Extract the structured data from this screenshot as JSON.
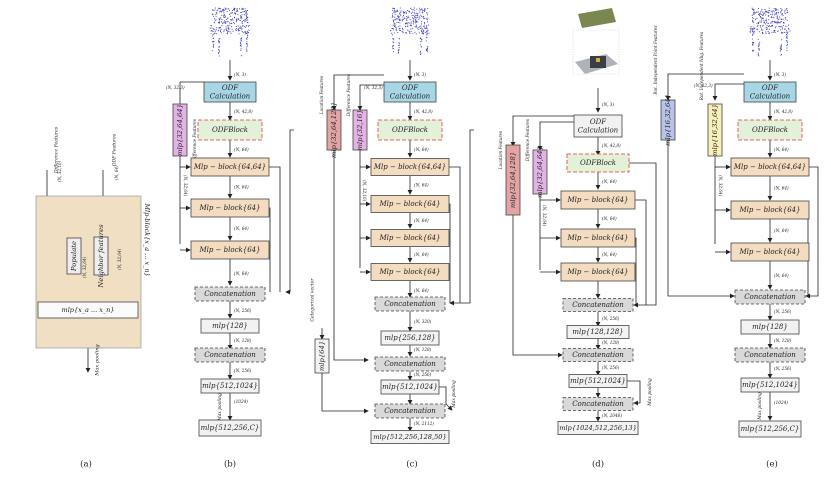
{
  "panels": {
    "a": {
      "caption": "(a)",
      "input_diff": "Difference Features",
      "input_odf": "ODF Features",
      "dim_diff": "(N, 32,16)",
      "dim_odf": "(N, 64)",
      "populate": "Populate",
      "neighbor": "Neighbor features",
      "dim_inner1": "(N, 32,64)",
      "dim_inner2": "(N, 32,64)",
      "mlp": "mlp{x_a ... x_n}",
      "maxpool": "Max pooling",
      "side": "Mlp-block{x_a ... x_n}"
    },
    "b": {
      "caption": "(b)",
      "odf": "ODF Calculation",
      "odfblock": "ODFBlock",
      "side_mlp": "mlp{32,64,64}",
      "side_label": "Difference Features",
      "d0": "(N, 3)",
      "d1": "(N, 32,3)",
      "d2": "(N, 42,8)",
      "d3": "(N, 64)",
      "b1": "Mlp − block{64,64}",
      "b2": "Mlp − block{64}",
      "b3": "Mlp − block{64}",
      "d4": "(N, 64)",
      "d5": "(N, 64)",
      "d6": "(N, 64)",
      "d7": "(N, 32,64)",
      "concat1": "Concatenation",
      "d8": "(N, 256)",
      "mlp128": "mlp{128}",
      "d9": "(N, 128)",
      "concat2": "Concatenation",
      "d10": "(N, 256)",
      "mlp512": "mlp{512,1024}",
      "d11": "(1024)",
      "maxpool": "Max pooling",
      "final": "mlp{512,256,C}"
    },
    "c": {
      "caption": "(c)",
      "odf": "ODF Calculation",
      "odfblock": "ODFBlock",
      "loc_mlp": "mlp{32,64,128}",
      "loc_label": "Location Features",
      "diff_mlp": "mlp{32,16}",
      "diff_label": "Difference Features",
      "d0": "(N, 3)",
      "d1": "(N, 32,3)",
      "d2": "(N, 42,8)",
      "d3": "(N, 64)",
      "b1": "Mlp − block{64,64}",
      "b2": "Mlp − block{64}",
      "b3": "Mlp − block{64}",
      "b4": "Mlp − block{64}",
      "d4": "(N, 64)",
      "d5": "(N, 64)",
      "d6": "(N, 64)",
      "d7": "(N, 64)",
      "d8": "(N, 32,16)",
      "concat1": "Concatenation",
      "d9": "(N, 320)",
      "mlp256": "mlp{256,128}",
      "d10": "(N, 128)",
      "cat_vec": "Categorical vector",
      "mlp64": "mlp{64}",
      "concat2": "Concatenation",
      "d11": "(N, 256)",
      "mlp512": "mlp{512,1024}",
      "maxpool": "Max pooling",
      "concat3": "Concatenation",
      "d12": "(N, 2112)",
      "final": "mlp{512,256,128,50}"
    },
    "d": {
      "caption": "(d)",
      "odf": "ODF Calculation",
      "odfblock": "ODFBlock",
      "loc_mlp": "mlp{32,64,128}",
      "loc_label": "Location Features",
      "diff_mlp": "mlp{32,64,64}",
      "diff_label": "Difference Features",
      "d0": "(N, 3)",
      "d1": "(N, 32,3)",
      "d2": "(N, 42,8)",
      "d3": "(N, 64)",
      "b1": "Mlp − block{64}",
      "b2": "Mlp − block{64}",
      "b3": "Mlp − block{64}",
      "d4": "(N, 64)",
      "d5": "(N, 64)",
      "d6": "(N, 32,64)",
      "concat1": "Concatenation",
      "d7": "(N, 256)",
      "mlp128": "mlp{128,128}",
      "d8": "(N, 128)",
      "concat2": "Concatenation",
      "d9": "(N, 256)",
      "mlp512": "mlp{512,1024}",
      "maxpool": "Max pooling",
      "concat3": "Concatenation",
      "d10": "(N, 2048)",
      "final": "mlp{1024,512,256,13}"
    },
    "e": {
      "caption": "(e)",
      "odf": "ODF Calculation",
      "odfblock": "ODFBlock",
      "rot_mlp": "mlp{16,32,64}",
      "rot_label": "Rot. Independent Point Features",
      "nbg_mlp": "mlp{16,32,64}",
      "nbg_label": "Rot. Independent Nbg. Features",
      "d0": "(N, 3)",
      "d1": "(N, 32,3)",
      "d2": "(N, 42,8)",
      "d3": "(N, 64)",
      "b1": "Mlp − block{64,64}",
      "b2": "Mlp − block{64}",
      "b3": "Mlp − block{64}",
      "d4": "(N, 64)",
      "d5": "(N, 64)",
      "d6": "(N, 64)",
      "d7": "(N, 32,64)",
      "concat1": "Concatenation",
      "d8": "(N, 256)",
      "mlp128": "mlp{128}",
      "d9": "(N, 128)",
      "concat2": "Concatenation",
      "d10": "(N, 256)",
      "mlp512": "mlp{512,1024}",
      "d11": "(1024)",
      "maxpool": "Max pooling",
      "final": "mlp{512,256,C}"
    }
  },
  "colors": {
    "odf": "#a9d6e5",
    "odfblock": "#e4f1d9",
    "odfblock_border": "#e03a3a",
    "mlpblock": "#f3dcc0",
    "concat": "#d9d9d9",
    "mlp": "#f2f2f2",
    "purple": "#e3b3e6",
    "pink": "#e3a4a4",
    "blue": "#b9c3ea",
    "yellow": "#fbefb8",
    "panel_a_bg": "#f1dfc4",
    "pointcloud": "#3a3fc2"
  }
}
